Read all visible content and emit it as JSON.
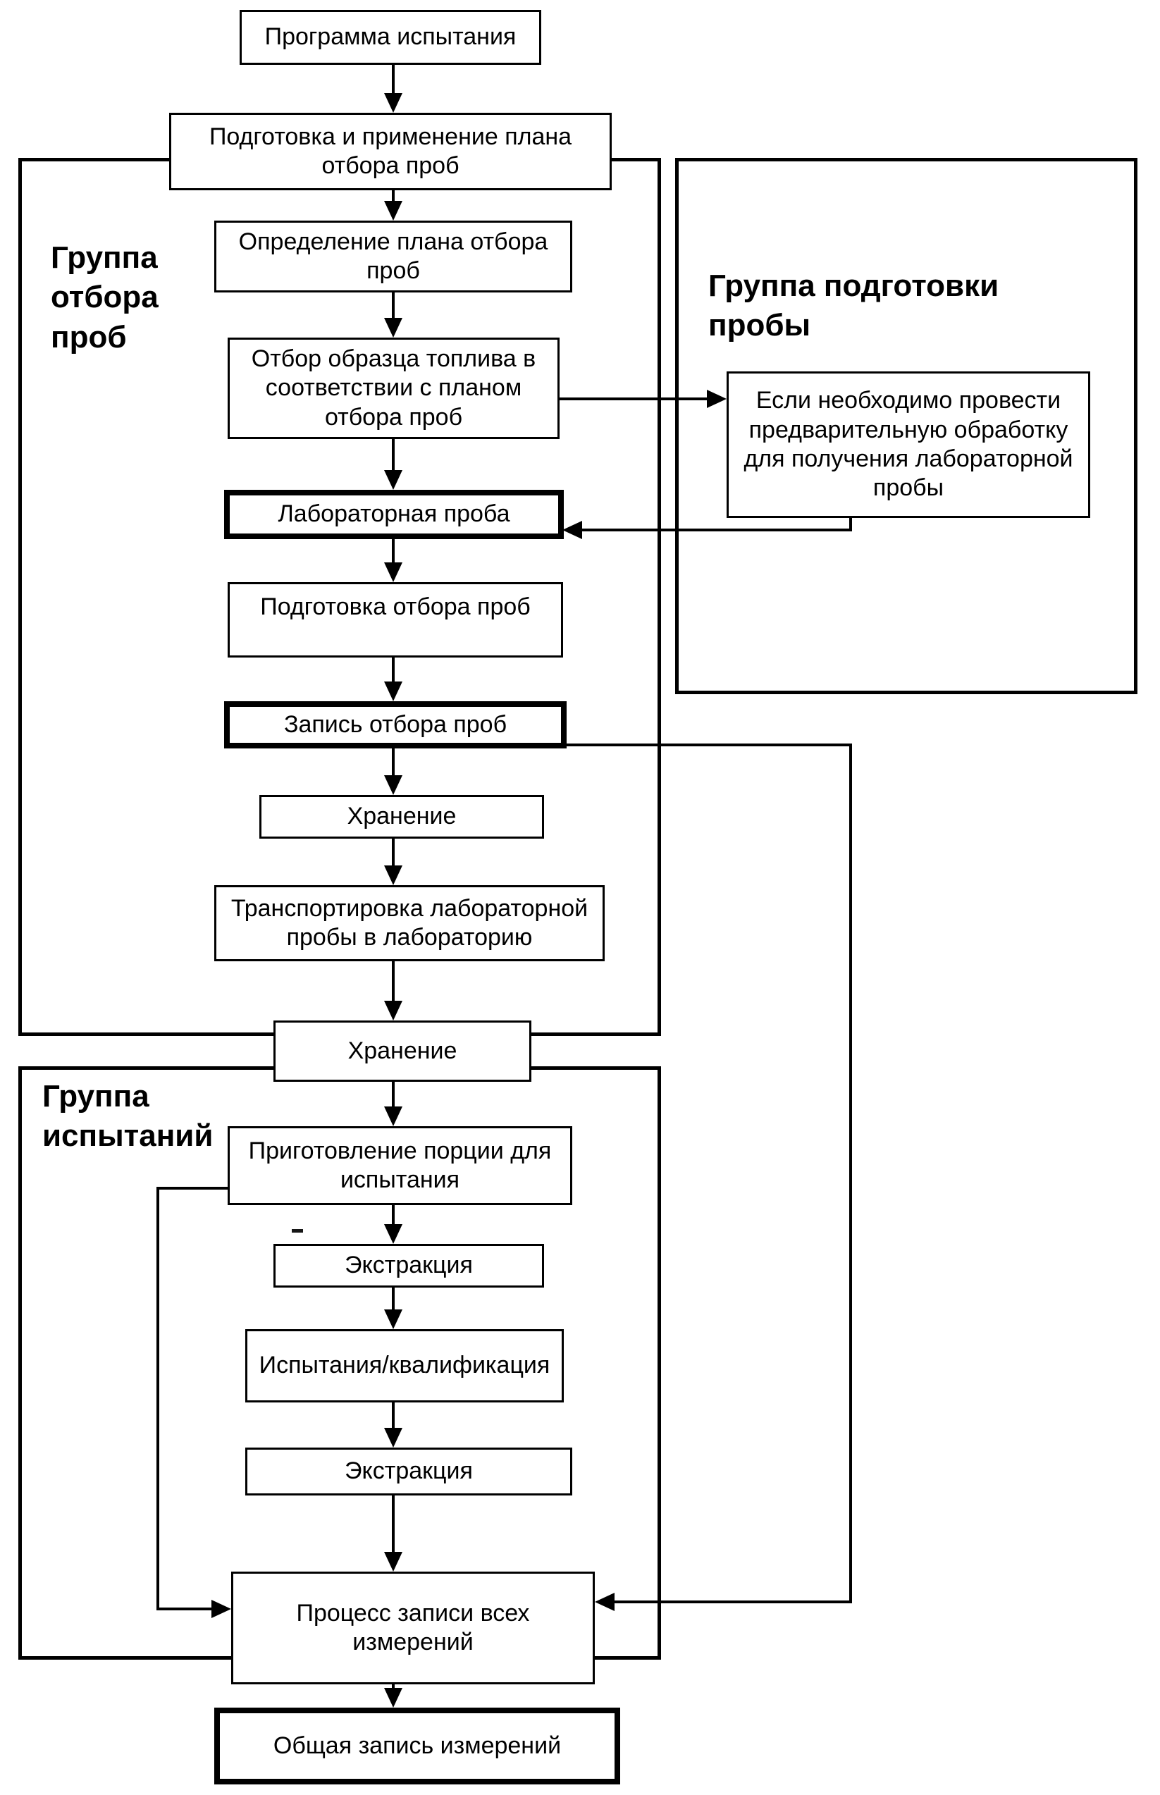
{
  "diagram": {
    "groups": {
      "sampling": "Группа отбора проб",
      "preparation": "Группа подготовки пробы",
      "testing": "Группа испытаний"
    },
    "nodes": {
      "test_program": "Программа испытания",
      "plan_preparation": "Подготовка и применение плана отбора проб",
      "plan_definition": "Определение плана отбора проб",
      "fuel_sample_selection": "Отбор образца топлива в соответствии с планом отбора проб",
      "lab_sample": "Лабораторная проба",
      "sampling_preparation": "Подготовка отбора проб",
      "sampling_record": "Запись отбора проб",
      "storage_1": "Хранение",
      "transport": "Транспортировка лабораторной пробы в лабораторию",
      "storage_2": "Хранение",
      "portion_preparation": "Приготовление порции для испытания",
      "extraction_1": "Экстракция",
      "tests_qualification": "Испытания/квалификация",
      "extraction_2": "Экстракция",
      "measurement_record_process": "Процесс записи всех измерений",
      "overall_measurement_record": "Общая запись измерений",
      "pretreatment_note": "Если необходимо провести предварительную обработку для получения лабораторной пробы"
    },
    "colors": {
      "line": "#000000",
      "background": "#ffffff"
    }
  }
}
